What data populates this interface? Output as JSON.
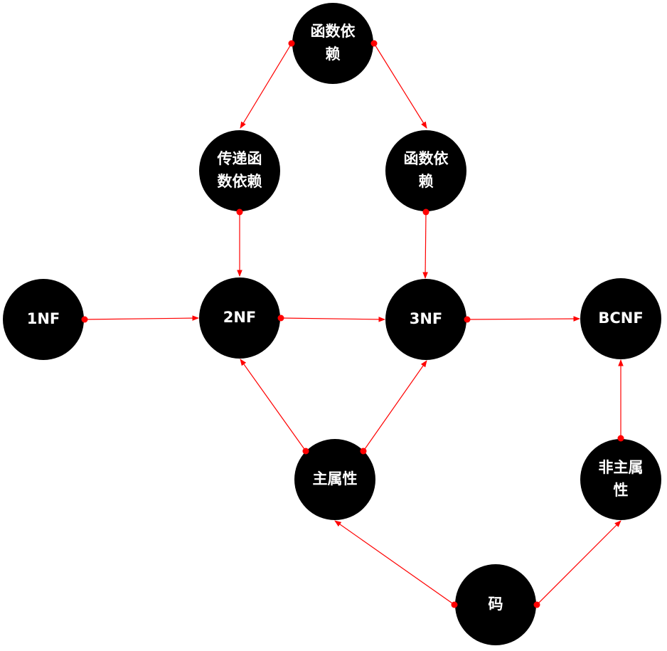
{
  "colors": {
    "node_fill": "#000000",
    "node_text": "#ffffff",
    "edge": "#ff0000"
  },
  "nodes": [
    {
      "id": "fd_top",
      "lines": [
        "函数依",
        "赖"
      ]
    },
    {
      "id": "tfd",
      "lines": [
        "传递函",
        "数依赖"
      ]
    },
    {
      "id": "fd_mid",
      "lines": [
        "函数依",
        "赖"
      ]
    },
    {
      "id": "nf1",
      "lines": [
        "1NF"
      ]
    },
    {
      "id": "nf2",
      "lines": [
        "2NF"
      ]
    },
    {
      "id": "nf3",
      "lines": [
        "3NF"
      ]
    },
    {
      "id": "bcnf",
      "lines": [
        "BCNF"
      ]
    },
    {
      "id": "prime",
      "lines": [
        "主属性"
      ]
    },
    {
      "id": "nonprime",
      "lines": [
        "非主属",
        "性"
      ]
    },
    {
      "id": "key",
      "lines": [
        "码"
      ]
    }
  ],
  "edges": [
    {
      "from": "fd_top",
      "to": "tfd"
    },
    {
      "from": "fd_top",
      "to": "fd_mid"
    },
    {
      "from": "tfd",
      "to": "nf2"
    },
    {
      "from": "fd_mid",
      "to": "nf3"
    },
    {
      "from": "nf1",
      "to": "nf2"
    },
    {
      "from": "nf2",
      "to": "nf3"
    },
    {
      "from": "nf3",
      "to": "bcnf"
    },
    {
      "from": "prime",
      "to": "nf2"
    },
    {
      "from": "prime",
      "to": "nf3"
    },
    {
      "from": "nonprime",
      "to": "bcnf"
    },
    {
      "from": "key",
      "to": "prime"
    },
    {
      "from": "key",
      "to": "nonprime"
    }
  ]
}
